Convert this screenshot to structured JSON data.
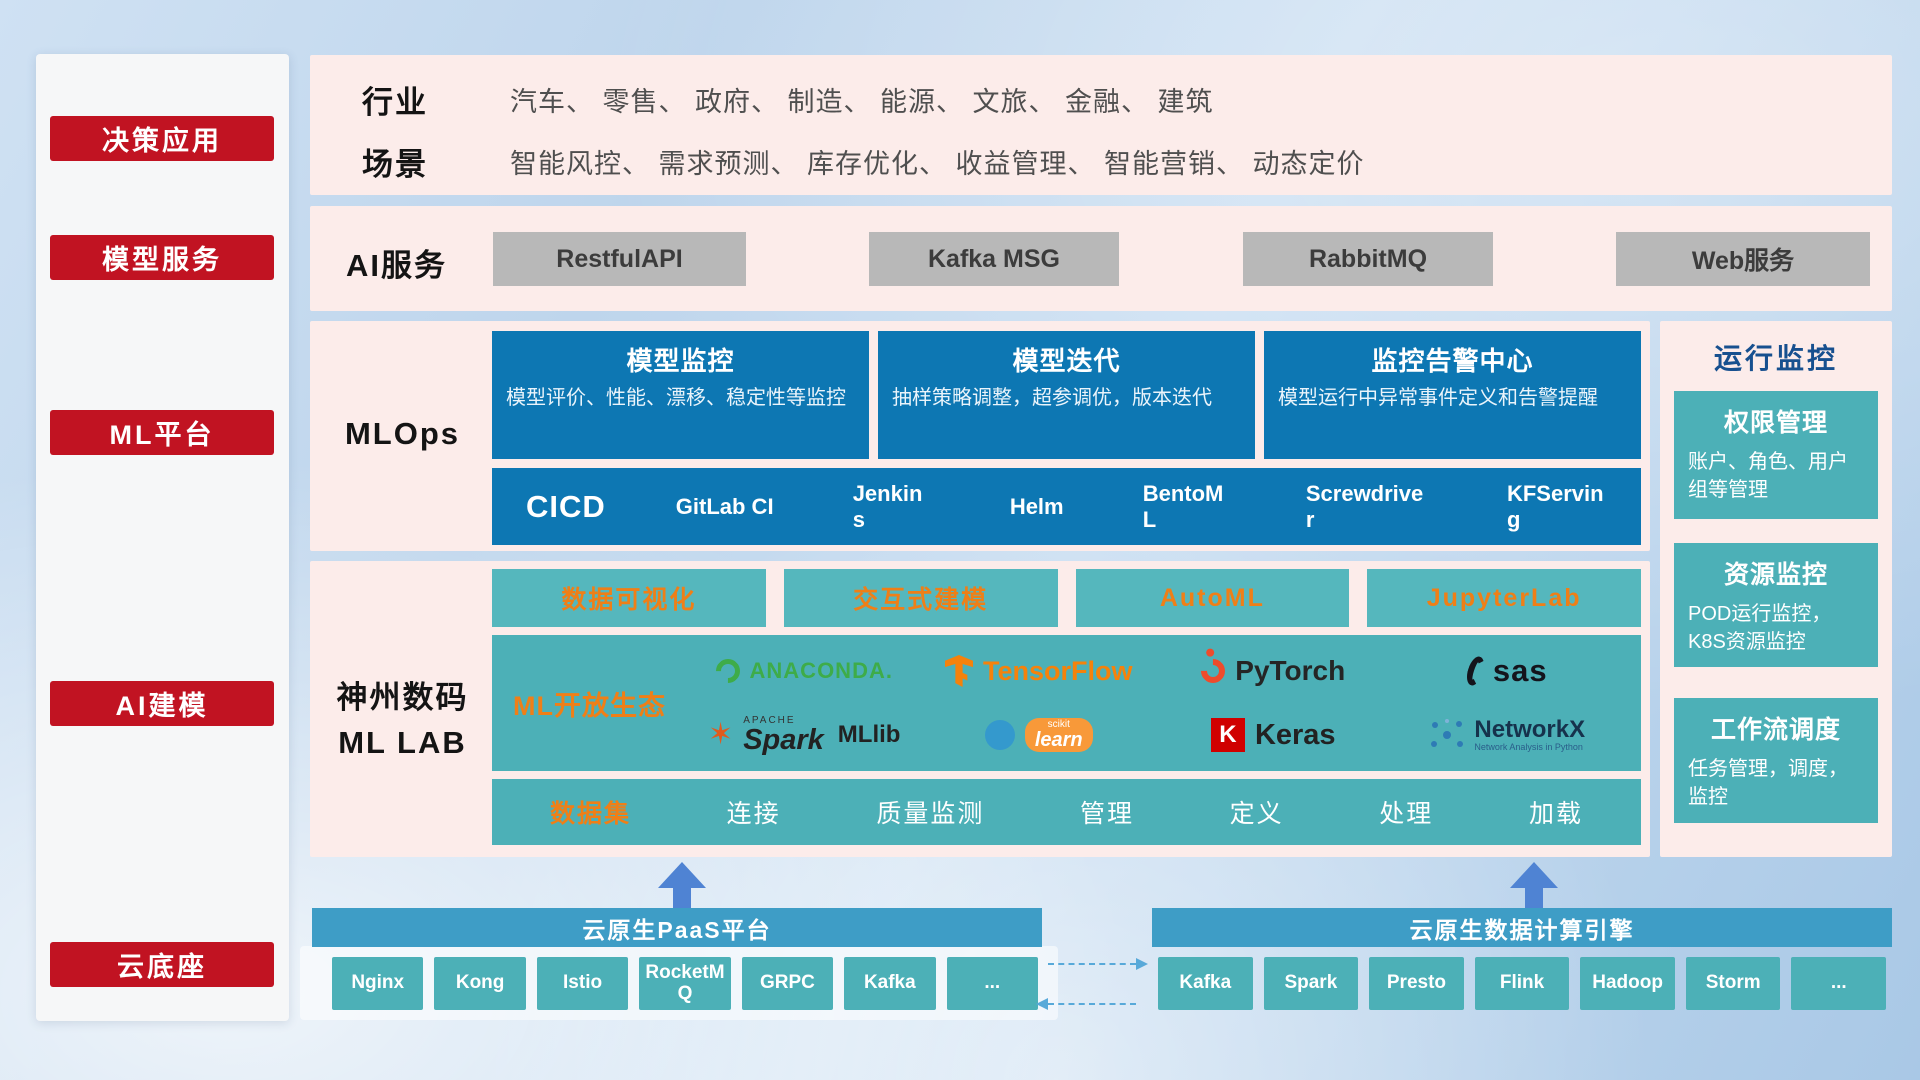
{
  "colors": {
    "accent_red": "#c11322",
    "deep_blue": "#0d77b3",
    "teal": "#4cb0b7",
    "orange": "#ef7f17",
    "panel_pink": "#fcecea",
    "header_blue": "#3e9dc6",
    "arrow_blue": "#4f83d3",
    "monitor_title_blue": "#17508f"
  },
  "sidebar": {
    "items": [
      "决策应用",
      "模型服务",
      "ML平台",
      "AI建模",
      "云底座"
    ]
  },
  "industry": {
    "label1": "行业",
    "text1": "汽车、 零售、 政府、 制造、 能源、 文旅、 金融、 建筑",
    "label2": "场景",
    "text2": "智能风控、 需求预测、 库存优化、 收益管理、 智能营销、 动态定价"
  },
  "ai_service": {
    "label": "AI服务",
    "buttons": [
      "RestfulAPI",
      "Kafka MSG",
      "RabbitMQ",
      "Web服务"
    ]
  },
  "mlops": {
    "label": "MLOps",
    "cards": [
      {
        "title": "模型监控",
        "desc": "模型评价、性能、漂移、稳定性等监控"
      },
      {
        "title": "模型迭代",
        "desc": "抽样策略调整，超参调优，版本迭代"
      },
      {
        "title": "监控告警中心",
        "desc": "模型运行中异常事件定义和告警提醒"
      }
    ],
    "cicd_label": "CICD",
    "cicd_items": [
      "GitLab CI",
      "Jenkins",
      "Helm",
      "BentoML",
      "Screwdriver",
      "KFServing"
    ]
  },
  "mllab": {
    "label_line1": "神州数码",
    "label_line2": "ML LAB",
    "tools": [
      "数据可视化",
      "交互式建模",
      "AutoML",
      "JupyterLab"
    ],
    "eco_label": "ML开放生态",
    "logos": {
      "anaconda": "ANACONDA.",
      "tensorflow": "TensorFlow",
      "pytorch": "PyTorch",
      "sas": "sas",
      "spark_apache": "APACHE",
      "spark": "Spark",
      "mllib": "MLlib",
      "scikit_top": "scikit",
      "scikit": "learn",
      "keras_letter": "K",
      "keras": "Keras",
      "networkx": "NetworkX",
      "networkx_sub": "Network Analysis in Python"
    },
    "dataset_label": "数据集",
    "dataset_items": [
      "连接",
      "质量监测",
      "管理",
      "定义",
      "处理",
      "加载"
    ]
  },
  "monitor": {
    "title": "运行监控",
    "cards": [
      {
        "title": "权限管理",
        "desc": "账户、角色、用户组等管理"
      },
      {
        "title": "资源监控",
        "desc": "POD运行监控，K8S资源监控"
      },
      {
        "title": "工作流调度",
        "desc": "任务管理，调度，监控"
      }
    ]
  },
  "cloud": {
    "paas_title": "云原生PaaS平台",
    "paas_items": [
      "Nginx",
      "Kong",
      "Istio",
      "RocketMQ",
      "GRPC",
      "Kafka",
      "..."
    ],
    "engine_title": "云原生数据计算引擎",
    "engine_items": [
      "Kafka",
      "Spark",
      "Presto",
      "Flink",
      "Hadoop",
      "Storm",
      "..."
    ]
  },
  "icons": {
    "spark_star": "✶"
  }
}
